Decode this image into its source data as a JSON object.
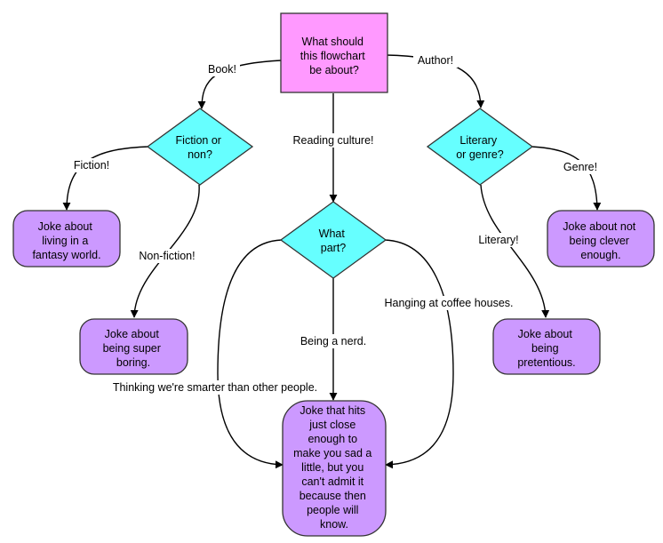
{
  "colors": {
    "start_fill": "#ff99ff",
    "start_stroke": "#333333",
    "decision_fill": "#66ffff",
    "decision_stroke": "#333333",
    "terminal_fill": "#cc99ff",
    "terminal_stroke": "#333333",
    "edge": "#000000"
  },
  "nodes": {
    "start": {
      "lines": [
        "What should",
        "this flowchart",
        "be about?"
      ]
    },
    "fiction_or_non": {
      "lines": [
        "Fiction or",
        "non?"
      ]
    },
    "what_part": {
      "lines": [
        "What",
        "part?"
      ]
    },
    "literary_or_genre": {
      "lines": [
        "Literary",
        "or genre?"
      ]
    },
    "joke_fantasy": {
      "lines": [
        "Joke about",
        "living in a",
        "fantasy world."
      ]
    },
    "joke_boring": {
      "lines": [
        "Joke about",
        "being super",
        "boring."
      ]
    },
    "joke_sad": {
      "lines": [
        "Joke that hits",
        "just close",
        "enough to",
        "make you sad a",
        "little, but you",
        "can't admit it",
        "because then",
        "people will",
        "know."
      ]
    },
    "joke_clever": {
      "lines": [
        "Joke about not",
        "being clever",
        "enough."
      ]
    },
    "joke_pretentious": {
      "lines": [
        "Joke about",
        "being",
        "pretentious."
      ]
    }
  },
  "edge_labels": {
    "book": "Book!",
    "author": "Author!",
    "reading_culture": "Reading culture!",
    "fiction": "Fiction!",
    "non_fiction": "Non-fiction!",
    "genre": "Genre!",
    "literary": "Literary!",
    "coffee": "Hanging at coffee houses.",
    "nerd": "Being a nerd.",
    "smarter": "Thinking we're smarter than other people."
  }
}
